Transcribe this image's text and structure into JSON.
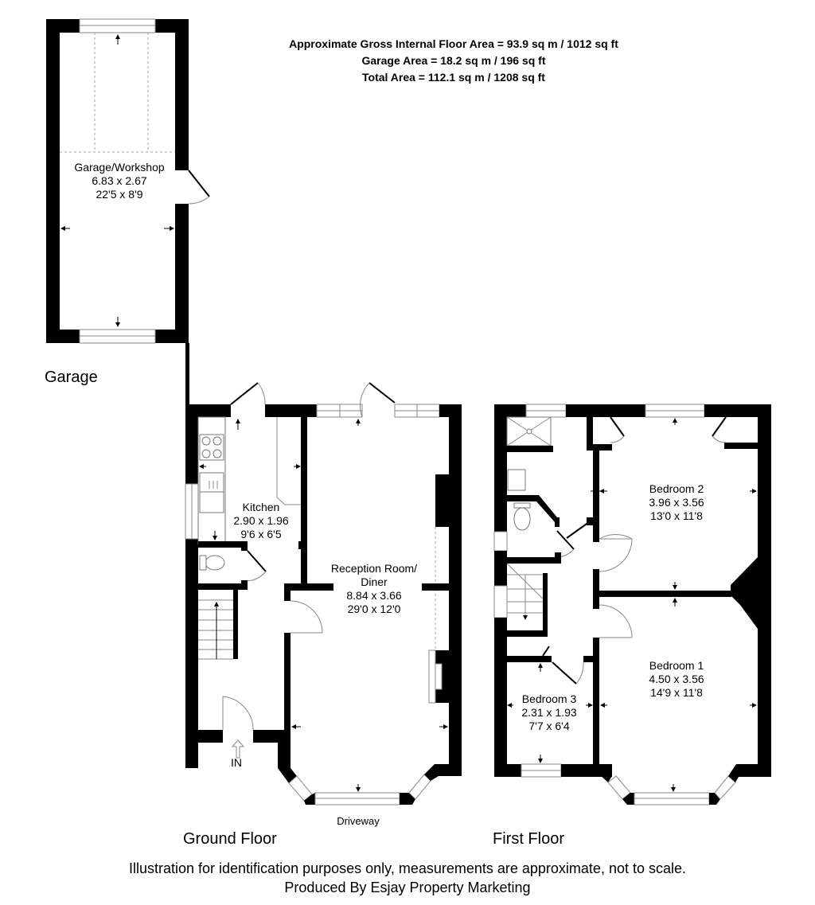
{
  "areas": {
    "gross_internal": "Approximate Gross Internal Floor Area = 93.9 sq m / 1012 sq ft",
    "garage": "Garage Area = 18.2 sq m / 196 sq ft",
    "total": "Total Area = 112.1 sq m / 1208 sq ft"
  },
  "garage": {
    "floor_label": "Garage",
    "room": {
      "name": "Garage/Workshop",
      "metric": "6.83 x 2.67",
      "imperial": "22'5 x 8'9"
    }
  },
  "ground_floor": {
    "floor_label": "Ground Floor",
    "entrance_label": "IN",
    "outside_label": "Driveway",
    "rooms": [
      {
        "name": "Kitchen",
        "metric": "2.90 x 1.96",
        "imperial": "9'6 x 6'5"
      },
      {
        "name": "Reception Room/",
        "name2": "Diner",
        "metric": "8.84 x 3.66",
        "imperial": "29'0 x 12'0"
      }
    ]
  },
  "first_floor": {
    "floor_label": "First Floor",
    "rooms": [
      {
        "name": "Bedroom 2",
        "metric": "3.96 x 3.56",
        "imperial": "13'0 x 11'8"
      },
      {
        "name": "Bedroom 1",
        "metric": "4.50 x 3.56",
        "imperial": "14'9 x 11'8"
      },
      {
        "name": "Bedroom 3",
        "metric": "2.31 x 1.93",
        "imperial": "7'7 x 6'4"
      }
    ]
  },
  "footer": {
    "disclaimer": "Illustration for identification purposes only, measurements are approximate, not to scale.",
    "producer": "Produced By Esjay Property Marketing"
  },
  "colors": {
    "wall": "#000000",
    "background": "#ffffff",
    "fixture_line": "#8a8a8a"
  }
}
